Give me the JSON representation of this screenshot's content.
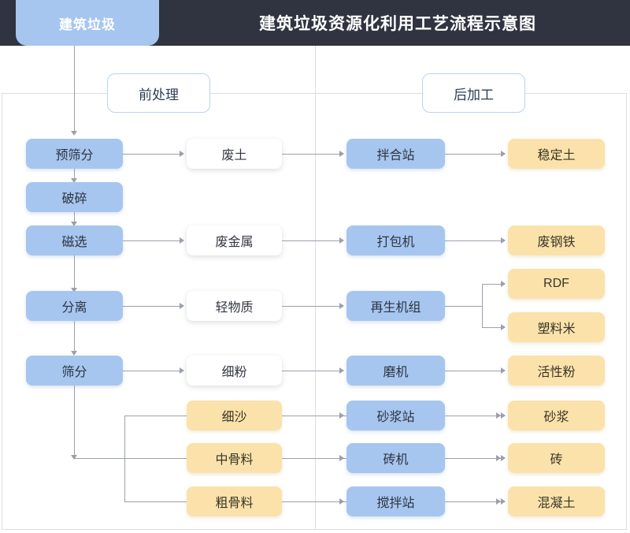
{
  "header": {
    "tab_label": "建筑垃圾",
    "title": "建筑垃圾资源化利用工艺流程示意图",
    "bar_color": "#2f3440",
    "tab_color": "#a6c6ef"
  },
  "sections": [
    {
      "id": "pre",
      "label": "前处理"
    },
    {
      "id": "post",
      "label": "后加工"
    }
  ],
  "palette": {
    "process_blue": "#a6c6ef",
    "product_yellow": "#fbe2ab",
    "material_white": "#ffffff",
    "connector_gray": "#9aa0ac",
    "frame_gray": "#dcdce4"
  },
  "chart_data": {
    "type": "diagram",
    "title": "建筑垃圾资源化利用工艺流程示意图",
    "nodes": [
      {
        "id": "source",
        "label": "建筑垃圾",
        "kind": "source",
        "column": "tab"
      },
      {
        "id": "presieve",
        "label": "预筛分",
        "kind": "process",
        "column": "A",
        "row": 1
      },
      {
        "id": "crush",
        "label": "破碎",
        "kind": "process",
        "column": "A",
        "row": 2
      },
      {
        "id": "magnetic",
        "label": "磁选",
        "kind": "process",
        "column": "A",
        "row": 3
      },
      {
        "id": "separate",
        "label": "分离",
        "kind": "process",
        "column": "A",
        "row": 4
      },
      {
        "id": "sieve",
        "label": "筛分",
        "kind": "process",
        "column": "A",
        "row": 5
      },
      {
        "id": "wastesoil",
        "label": "废土",
        "kind": "material",
        "column": "B",
        "row": 1
      },
      {
        "id": "wastemetal",
        "label": "废金属",
        "kind": "material",
        "column": "B",
        "row": 3
      },
      {
        "id": "lightmat",
        "label": "轻物质",
        "kind": "material",
        "column": "B",
        "row": 4
      },
      {
        "id": "finepowder",
        "label": "细粉",
        "kind": "material",
        "column": "B",
        "row": 5
      },
      {
        "id": "finesand",
        "label": "细沙",
        "kind": "product",
        "column": "B",
        "row": 6
      },
      {
        "id": "midagg",
        "label": "中骨料",
        "kind": "product",
        "column": "B",
        "row": 7
      },
      {
        "id": "coarseagg",
        "label": "粗骨料",
        "kind": "product",
        "column": "B",
        "row": 8
      },
      {
        "id": "mixstation",
        "label": "拌合站",
        "kind": "process",
        "column": "C",
        "row": 1
      },
      {
        "id": "baler",
        "label": "打包机",
        "kind": "process",
        "column": "C",
        "row": 3
      },
      {
        "id": "regenunit",
        "label": "再生机组",
        "kind": "process",
        "column": "C",
        "row": 4
      },
      {
        "id": "millmachine",
        "label": "磨机",
        "kind": "process",
        "column": "C",
        "row": 5
      },
      {
        "id": "mortarstation",
        "label": "砂浆站",
        "kind": "process",
        "column": "C",
        "row": 6
      },
      {
        "id": "brickmachine",
        "label": "砖机",
        "kind": "process",
        "column": "C",
        "row": 7
      },
      {
        "id": "stirstation",
        "label": "搅拌站",
        "kind": "process",
        "column": "C",
        "row": 8
      },
      {
        "id": "stablesoil",
        "label": "稳定土",
        "kind": "product",
        "column": "D",
        "row": 1
      },
      {
        "id": "scrapsteel",
        "label": "废钢铁",
        "kind": "product",
        "column": "D",
        "row": 3
      },
      {
        "id": "rdf",
        "label": "RDF",
        "kind": "product",
        "column": "D",
        "row": 3.6
      },
      {
        "id": "plasticrice",
        "label": "塑料米",
        "kind": "product",
        "column": "D",
        "row": 4.4
      },
      {
        "id": "activepowder",
        "label": "活性粉",
        "kind": "product",
        "column": "D",
        "row": 5
      },
      {
        "id": "mortar",
        "label": "砂浆",
        "kind": "product",
        "column": "D",
        "row": 6
      },
      {
        "id": "brick",
        "label": "砖",
        "kind": "product",
        "column": "D",
        "row": 7
      },
      {
        "id": "concrete",
        "label": "混凝土",
        "kind": "product",
        "column": "D",
        "row": 8
      }
    ],
    "edges": [
      {
        "from": "source",
        "to": "presieve"
      },
      {
        "from": "presieve",
        "to": "crush"
      },
      {
        "from": "crush",
        "to": "magnetic"
      },
      {
        "from": "magnetic",
        "to": "separate"
      },
      {
        "from": "separate",
        "to": "sieve"
      },
      {
        "from": "presieve",
        "to": "wastesoil"
      },
      {
        "from": "magnetic",
        "to": "wastemetal"
      },
      {
        "from": "separate",
        "to": "lightmat"
      },
      {
        "from": "sieve",
        "to": "finepowder"
      },
      {
        "from": "sieve",
        "to": "finesand"
      },
      {
        "from": "sieve",
        "to": "midagg"
      },
      {
        "from": "sieve",
        "to": "coarseagg"
      },
      {
        "from": "wastesoil",
        "to": "mixstation"
      },
      {
        "from": "wastemetal",
        "to": "baler"
      },
      {
        "from": "lightmat",
        "to": "regenunit"
      },
      {
        "from": "finepowder",
        "to": "millmachine"
      },
      {
        "from": "finesand",
        "to": "mortarstation"
      },
      {
        "from": "midagg",
        "to": "brickmachine"
      },
      {
        "from": "coarseagg",
        "to": "stirstation"
      },
      {
        "from": "mixstation",
        "to": "stablesoil"
      },
      {
        "from": "baler",
        "to": "scrapsteel"
      },
      {
        "from": "regenunit",
        "to": "rdf"
      },
      {
        "from": "regenunit",
        "to": "plasticrice"
      },
      {
        "from": "millmachine",
        "to": "activepowder"
      },
      {
        "from": "mortarstation",
        "to": "mortar"
      },
      {
        "from": "brickmachine",
        "to": "brick"
      },
      {
        "from": "stirstation",
        "to": "concrete"
      }
    ]
  }
}
